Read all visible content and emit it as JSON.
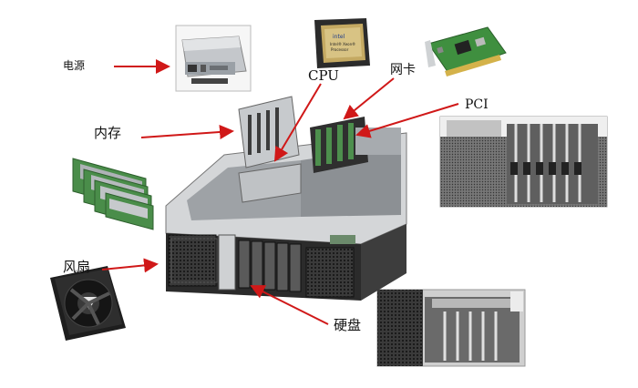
{
  "labels": {
    "power_supply": "电源",
    "cpu": "CPU",
    "network_card": "网卡",
    "pci": "PCI",
    "memory": "内存",
    "fan": "风扇",
    "hard_disk": "硬盘"
  },
  "cpu_chip_text": {
    "line1": "intel",
    "line2": "Intel® Xeon®",
    "line3": "Processor"
  },
  "colors": {
    "arrow": "#d01818",
    "chassis_dark": "#2a2a2a",
    "chassis_mid": "#555555",
    "metal": "#c9ccd0",
    "pcb_green": "#3f8f3f"
  }
}
